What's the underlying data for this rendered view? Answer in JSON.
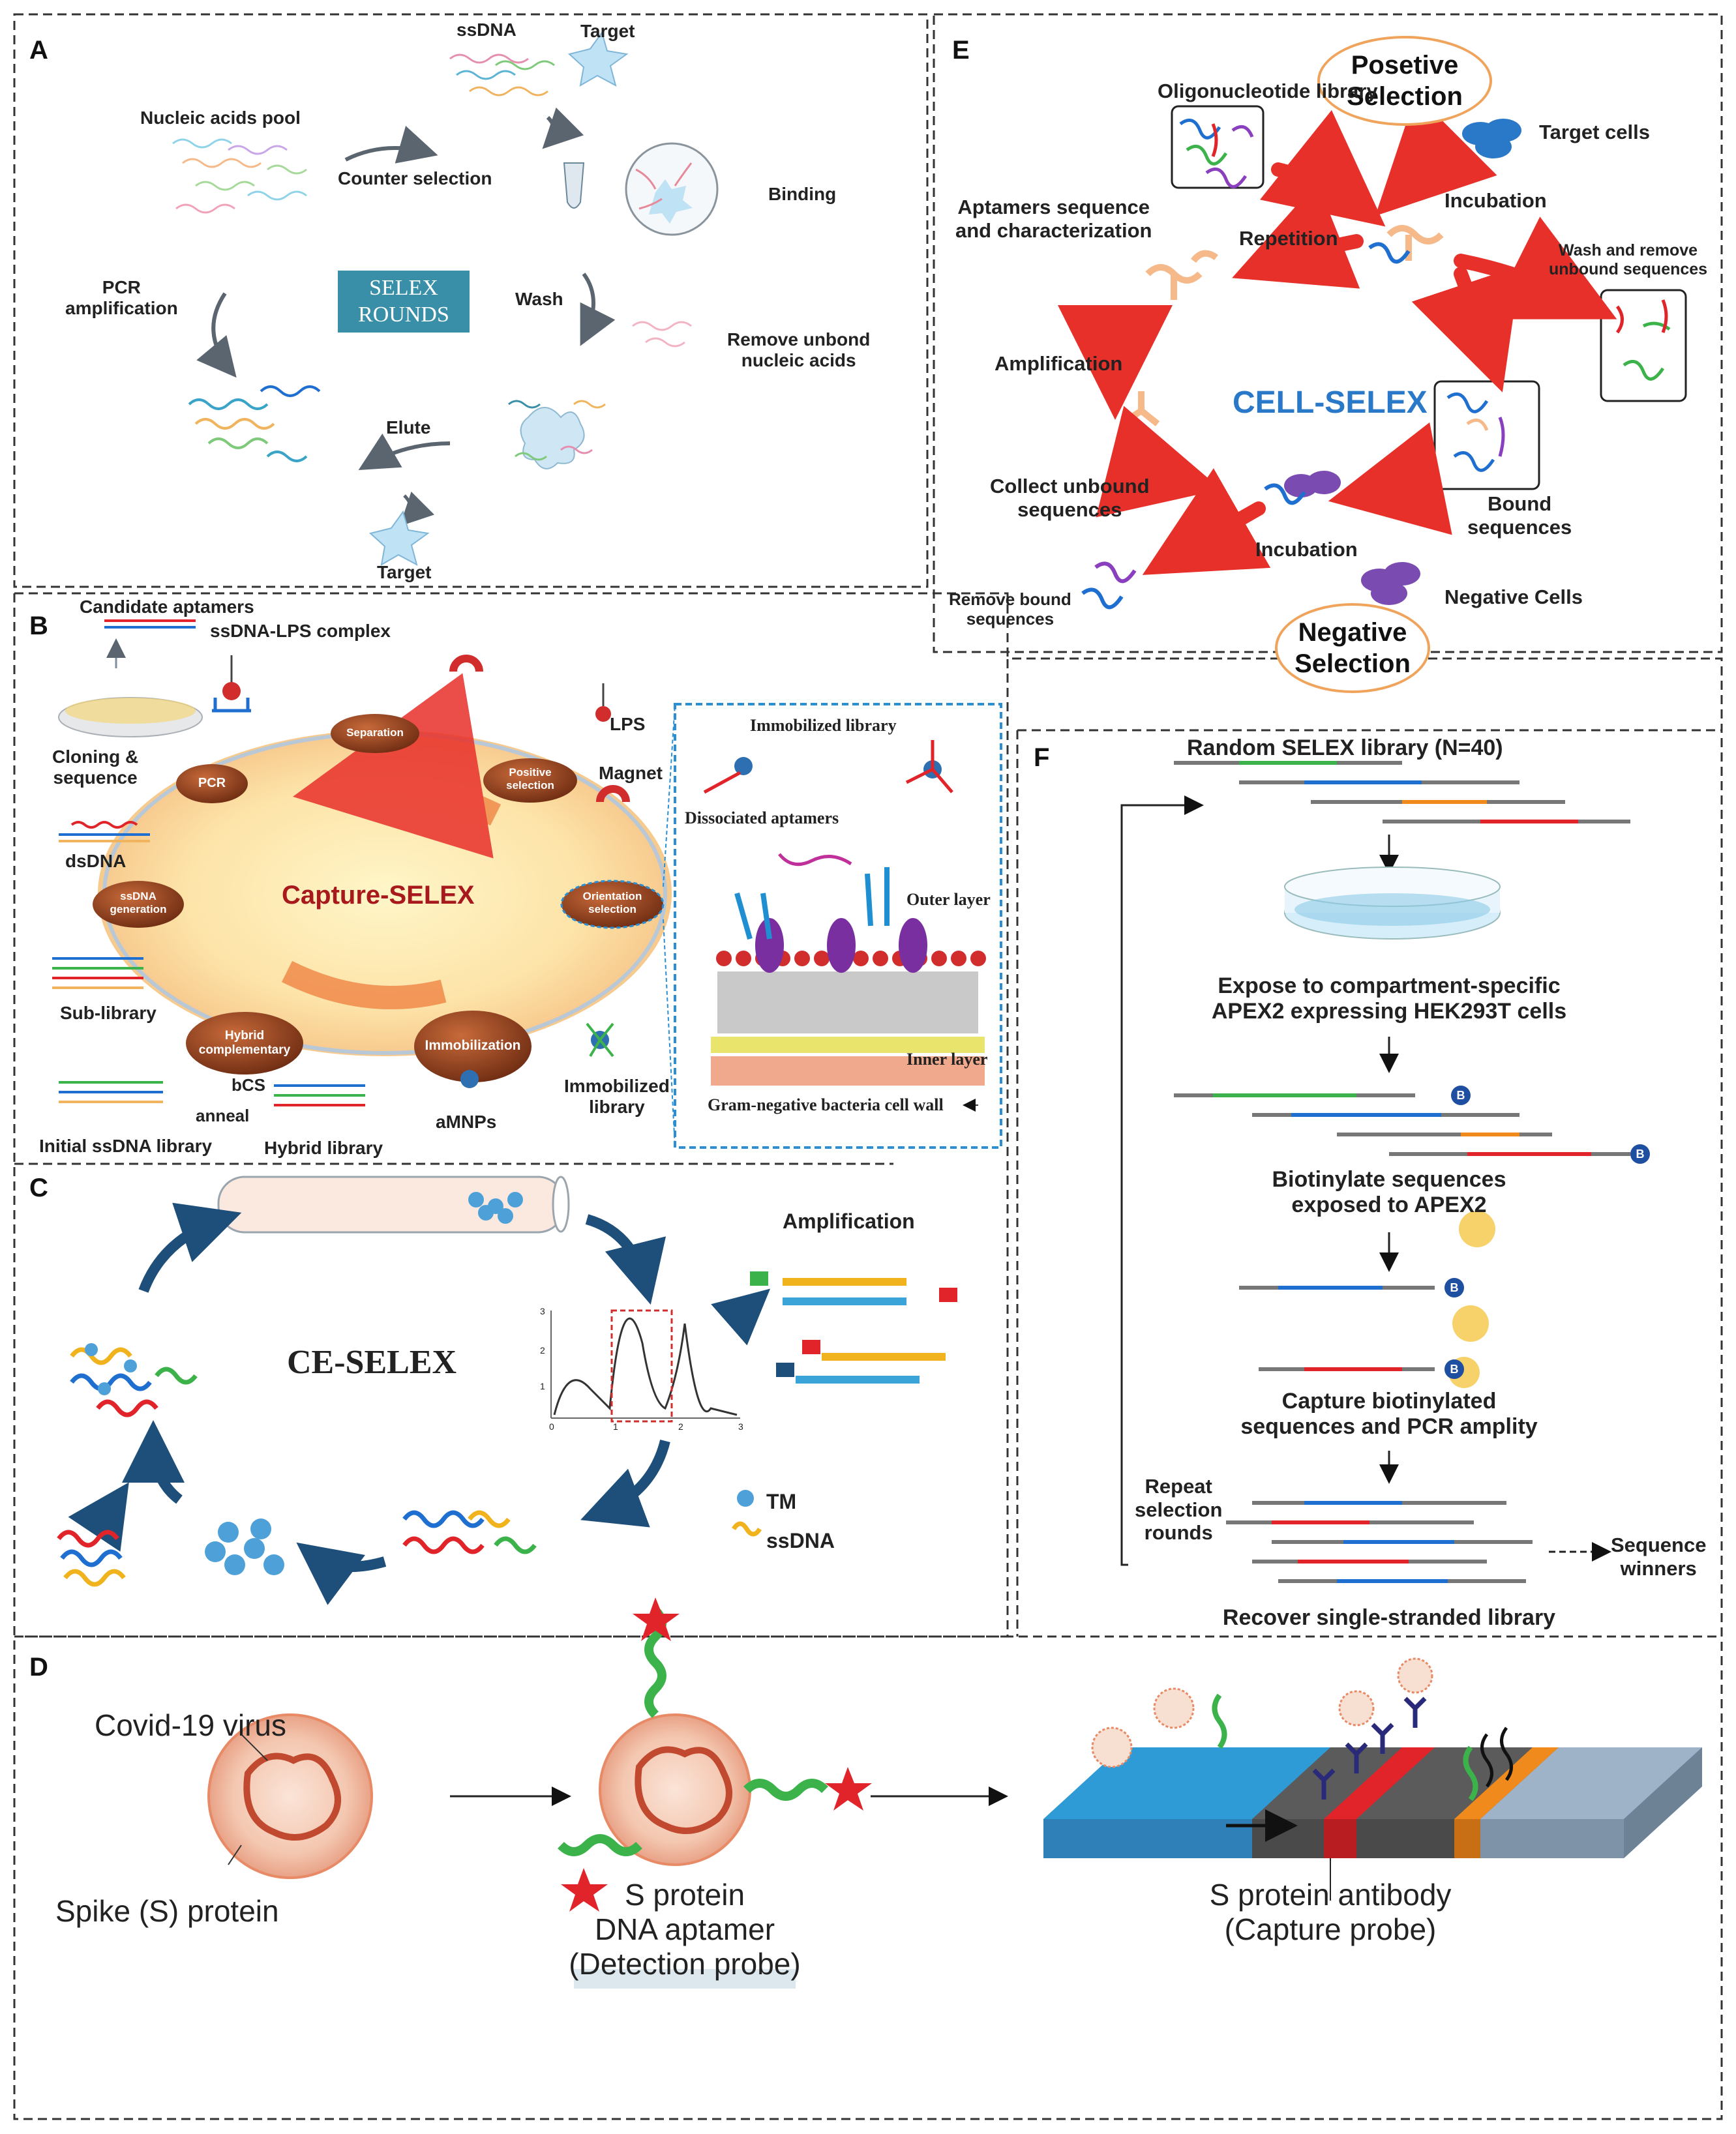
{
  "panels": {
    "A": {
      "letter": "A",
      "ssdna": "ssDNA",
      "target_top": "Target",
      "pool": "Nucleic acids pool",
      "counter": "Counter selection",
      "binding": "Binding",
      "pcr": "PCR\namplification",
      "selex_line1": "SELEX",
      "selex_line2": "ROUNDS",
      "wash": "Wash",
      "remove": "Remove unbond\nnucleic acids",
      "elute": "Elute",
      "target_bottom": "Target"
    },
    "B": {
      "letter": "B",
      "candidate": "Candidate aptamers",
      "complex": "ssDNA-LPS complex",
      "lps": "LPS",
      "magnet": "Magnet",
      "cloning": "Cloning &\nsequence",
      "dsdna": "dsDNA",
      "sublibrary": "Sub-library",
      "initial": "Initial ssDNA library",
      "bcs": "bCS",
      "anneal": "anneal",
      "hybrid_lib": "Hybrid library",
      "amnps": "aMNPs",
      "immob_lib": "Immobilized\nlibrary",
      "center": "Capture-SELEX",
      "nodes": {
        "separation": "Separation",
        "pcr": "PCR",
        "positive": "Positive\nselection",
        "ssdna_gen": "ssDNA\ngeneration",
        "orientation": "Orientation\nselection",
        "hybrid": "Hybrid\ncomplementary",
        "immobilization": "Immobilization"
      },
      "inset": {
        "immobilized": "Immobilized library",
        "dissociated": "Dissociated aptamers",
        "outer": "Outer layer",
        "inner": "Inner layer",
        "wall": "Gram-negative bacteria cell wall"
      }
    },
    "C": {
      "letter": "C",
      "center": "CE-SELEX",
      "amplification": "Amplification",
      "tm": "TM",
      "ssdna": "ssDNA",
      "y_ticks": [
        "3",
        "2",
        "1"
      ],
      "x_ticks": [
        "0",
        "1",
        "2",
        "3"
      ]
    },
    "D": {
      "letter": "D",
      "virus": "Covid-19 virus",
      "spike": "Spike (S) protein",
      "aptamer": "S protein\nDNA aptamer\n(Detection probe)",
      "antibody": "S protein antibody\n(Capture probe)"
    },
    "E": {
      "letter": "E",
      "positive": "Posetive\nSelection",
      "oligo": "Oligonucleotide library",
      "target_cells": "Target cells",
      "aptamers_seq": "Aptamers sequence\nand characterization",
      "repetition": "Repetition",
      "incubation_top": "Incubation",
      "wash": "Wash and remove\nunbound sequences",
      "amplification": "Amplification",
      "cell_selex": "CELL-SELEX",
      "collect": "Collect unbound\nsequences",
      "incubation_bottom": "Incubation",
      "bound": "Bound\nsequences",
      "remove_bound": "Remove bound\nsequences",
      "negative_cells": "Negative Cells",
      "negative": "Negative\nSelection"
    },
    "F": {
      "letter": "F",
      "random": "Random SELEX library (N=40)",
      "expose": "Expose to compartment-specific\nAPEX2 expressing HEK293T cells",
      "biotinylate": "Biotinylate sequences\nexposed to APEX2",
      "capture": "Capture biotinylated\nsequences and PCR amplity",
      "repeat": "Repeat\nselection\nrounds",
      "winners": "Sequence\nwinners",
      "recover": "Recover single-stranded library",
      "biotin_mark": "B"
    }
  },
  "colors": {
    "dash": "#333333",
    "arrow_red": "#e8302a",
    "selex_teal": "#3a8fa8",
    "oval_border": "#f0a35a",
    "capture_text": "#a8191d",
    "node_green": "#8a3a1e",
    "seq_blue": "#1f6fd1",
    "seq_red": "#e0242a",
    "seq_green": "#3cb34a",
    "seq_orange": "#f08a1c",
    "seq_gray": "#777777",
    "strip_blue": "#2f9bd6",
    "strip_gray": "#5b5b5b",
    "strip_light": "#9fb3c8"
  }
}
